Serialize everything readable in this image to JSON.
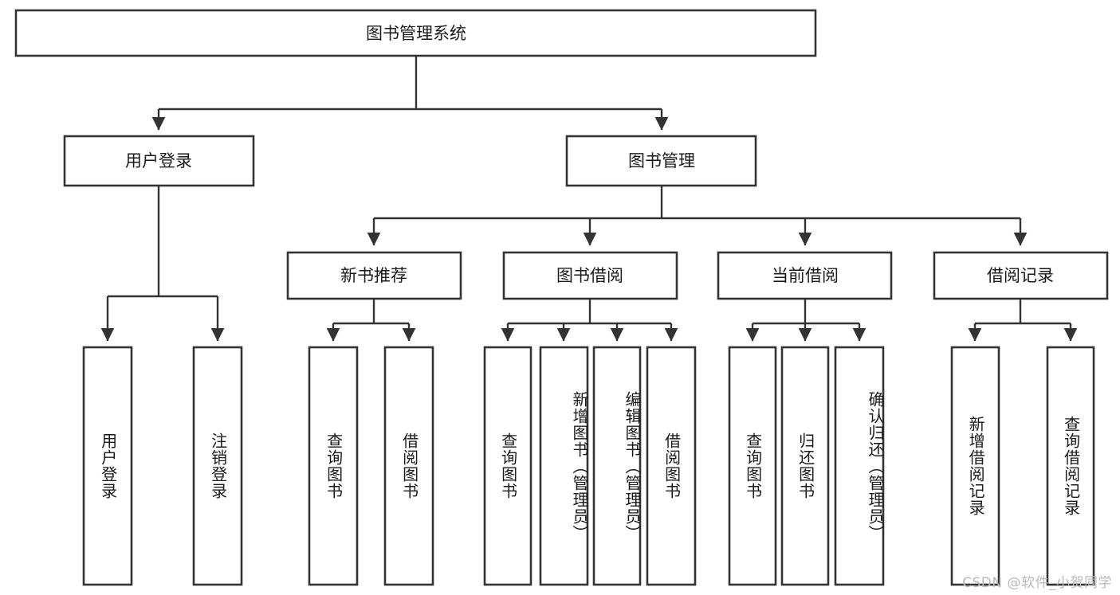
{
  "diagram": {
    "type": "tree-hierarchy-chart",
    "title_node": {
      "id": "root",
      "label": "图书管理系统"
    },
    "level2": [
      {
        "id": "user-login",
        "label": "用户登录"
      },
      {
        "id": "book-management",
        "label": "图书管理"
      }
    ],
    "level3": [
      {
        "id": "new-book-recommend",
        "label": "新书推荐",
        "parent": "book-management"
      },
      {
        "id": "book-borrow",
        "label": "图书借阅",
        "parent": "book-management"
      },
      {
        "id": "current-borrow",
        "label": "当前借阅",
        "parent": "book-management"
      },
      {
        "id": "borrow-record",
        "label": "借阅记录",
        "parent": "book-management"
      }
    ],
    "leaves": [
      {
        "id": "leaf-user-login",
        "label": "用户登录",
        "parent": "user-login"
      },
      {
        "id": "leaf-logout-login",
        "label": "注销登录",
        "parent": "user-login"
      },
      {
        "id": "leaf-query-book-1",
        "label": "查询图书",
        "parent": "new-book-recommend"
      },
      {
        "id": "leaf-borrow-book-1",
        "label": "借阅图书",
        "parent": "new-book-recommend"
      },
      {
        "id": "leaf-query-book-2",
        "label": "查询图书",
        "parent": "book-borrow"
      },
      {
        "id": "leaf-add-book",
        "label": "新增图书（管理员）",
        "parent": "book-borrow"
      },
      {
        "id": "leaf-edit-book",
        "label": "编辑图书（管理员）",
        "parent": "book-borrow"
      },
      {
        "id": "leaf-borrow-book-2",
        "label": "借阅图书",
        "parent": "book-borrow"
      },
      {
        "id": "leaf-query-book-3",
        "label": "查询图书",
        "parent": "current-borrow"
      },
      {
        "id": "leaf-return-book",
        "label": "归还图书",
        "parent": "current-borrow"
      },
      {
        "id": "leaf-confirm-return",
        "label": "确认归还（管理员）",
        "parent": "current-borrow"
      },
      {
        "id": "leaf-add-borrow-record",
        "label": "新增借阅记录",
        "parent": "borrow-record"
      },
      {
        "id": "leaf-query-borrow-record",
        "label": "查询借阅记录",
        "parent": "borrow-record"
      }
    ],
    "colors": {
      "stroke": "#333333",
      "fill": "#ffffff",
      "text": "#1a1a1a",
      "background": "#ffffff",
      "watermark": "#b9b9b9"
    }
  },
  "watermark": {
    "text": "CSDN @软件_小贺同学"
  }
}
